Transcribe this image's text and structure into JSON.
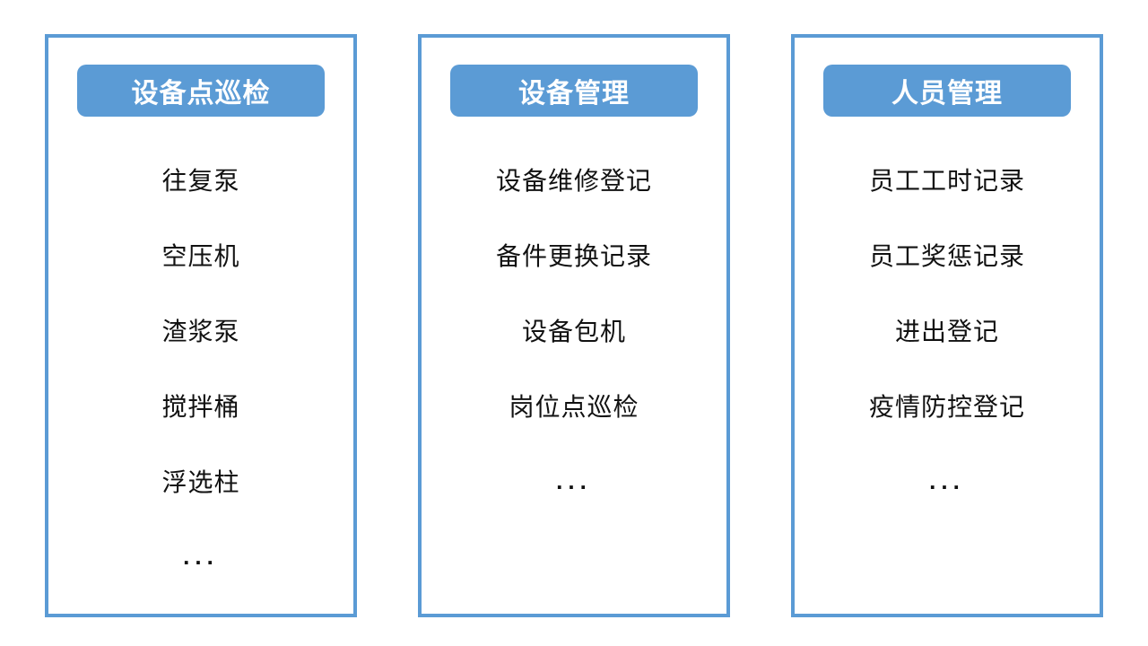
{
  "colors": {
    "accent_blue": "#5B9BD5",
    "panel_background": "#ffffff",
    "page_background": "#ffffff",
    "header_text": "#ffffff",
    "item_text": "#111111"
  },
  "panels": [
    {
      "title": "设备点巡检",
      "items": [
        "往复泵",
        "空压机",
        "渣浆泵",
        "搅拌桶",
        "浮选柱",
        "..."
      ]
    },
    {
      "title": "设备管理",
      "items": [
        "设备维修登记",
        "备件更换记录",
        "设备包机",
        "岗位点巡检",
        "..."
      ]
    },
    {
      "title": "人员管理",
      "items": [
        "员工工时记录",
        "员工奖惩记录",
        "进出登记",
        "疫情防控登记",
        "..."
      ]
    }
  ]
}
